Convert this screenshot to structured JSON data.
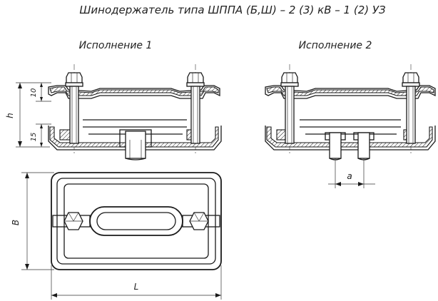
{
  "title": "Шинодержатель типа ШППА (Б,Ш) – 2 (3) кВ – 1 (2) УЗ",
  "views": {
    "variant1_label": "Исполнение 1",
    "variant2_label": "Исполнение 2"
  },
  "dimensions": {
    "h": "h",
    "top_gap": "10",
    "bottom_gap": "15",
    "a": "a",
    "B": "B",
    "L": "L"
  }
}
